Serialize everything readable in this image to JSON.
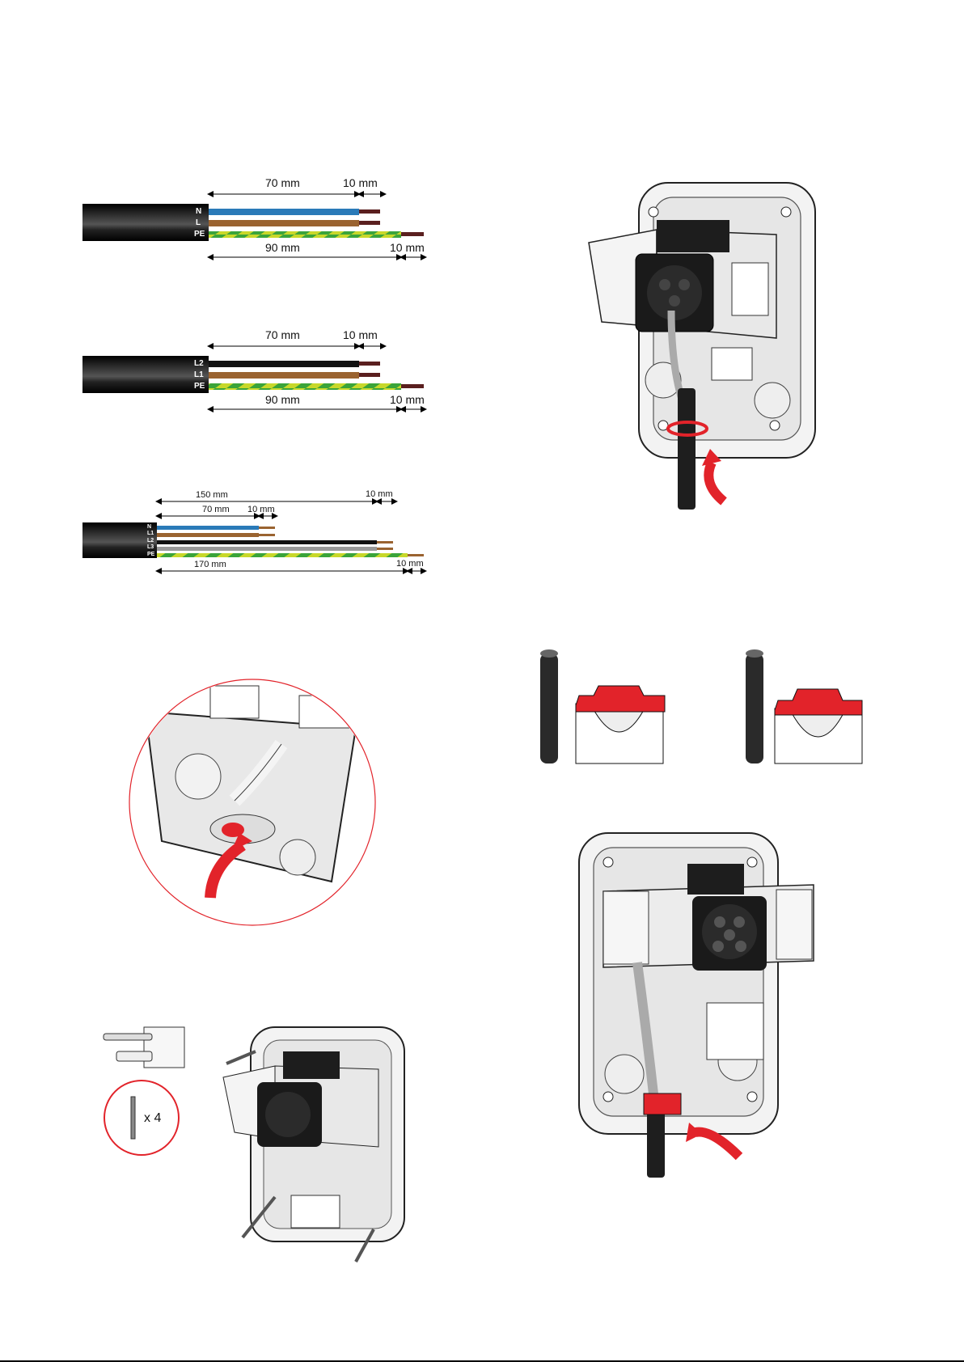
{
  "diagram1": {
    "top_left": "70 mm",
    "top_right": "10 mm",
    "bottom_left": "90 mm",
    "bottom_right": "10 mm",
    "wires": [
      "N",
      "L",
      "PE"
    ]
  },
  "diagram2": {
    "top_left": "70 mm",
    "top_right": "10 mm",
    "bottom_left": "90 mm",
    "bottom_right": "10 mm",
    "wires": [
      "L2",
      "L1",
      "PE"
    ]
  },
  "diagram3": {
    "top_a": "150 mm",
    "top_a_right": "10 mm",
    "top_b": "70 mm",
    "top_b_right": "10 mm",
    "bottom_left": "170 mm",
    "bottom_right": "10 mm",
    "wires": [
      "N",
      "L1",
      "L2",
      "L3",
      "PE"
    ]
  },
  "screw_count": "x 4",
  "colors": {
    "accent": "#e2232a",
    "blue": "#2a7ab8",
    "brown": "#9a6330",
    "black": "#1a1a1a"
  }
}
